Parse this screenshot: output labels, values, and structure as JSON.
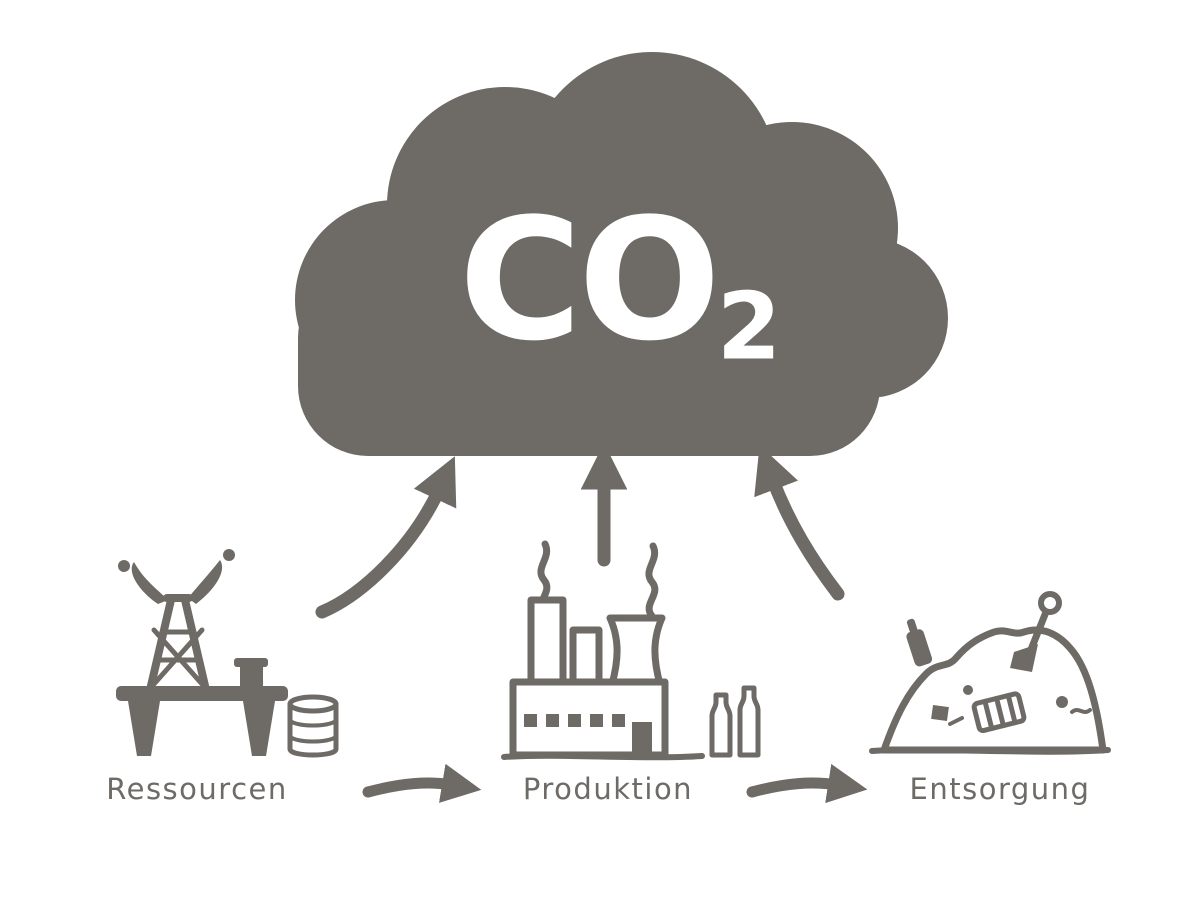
{
  "colors": {
    "ink": "#6e6a65",
    "background": "#ffffff",
    "cloud_text": "#ffffff"
  },
  "cloud": {
    "gas": "CO",
    "subscript": "2"
  },
  "stages": [
    {
      "label": "Ressourcen",
      "icon": "oil-rig-icon"
    },
    {
      "label": "Produktion",
      "icon": "factory-icon"
    },
    {
      "label": "Entsorgung",
      "icon": "landfill-icon"
    }
  ],
  "connections": [
    {
      "from": "Ressourcen",
      "to": "CO2-cloud"
    },
    {
      "from": "Produktion",
      "to": "CO2-cloud"
    },
    {
      "from": "Entsorgung",
      "to": "CO2-cloud"
    },
    {
      "from": "Ressourcen",
      "to": "Produktion"
    },
    {
      "from": "Produktion",
      "to": "Entsorgung"
    }
  ]
}
